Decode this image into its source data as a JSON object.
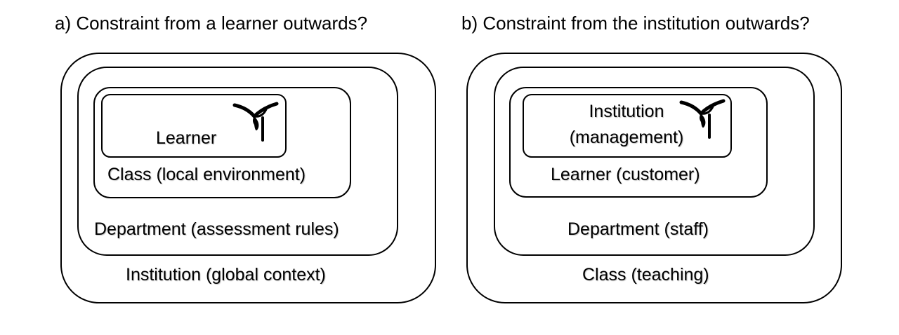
{
  "panel_a": {
    "title": "a) Constraint from a learner outwards?",
    "innermost": "Learner",
    "level2": "Class (local environment)",
    "level3": "Department (assessment rules)",
    "outermost": "Institution (global context)",
    "icon": "funnel-icon"
  },
  "panel_b": {
    "title": "b) Constraint from the institution outwards?",
    "innermost_line1": "Institution",
    "innermost_line2": "(management)",
    "level2": "Learner (customer)",
    "level3": "Department (staff)",
    "outermost": "Class (teaching)",
    "icon": "funnel-icon"
  }
}
